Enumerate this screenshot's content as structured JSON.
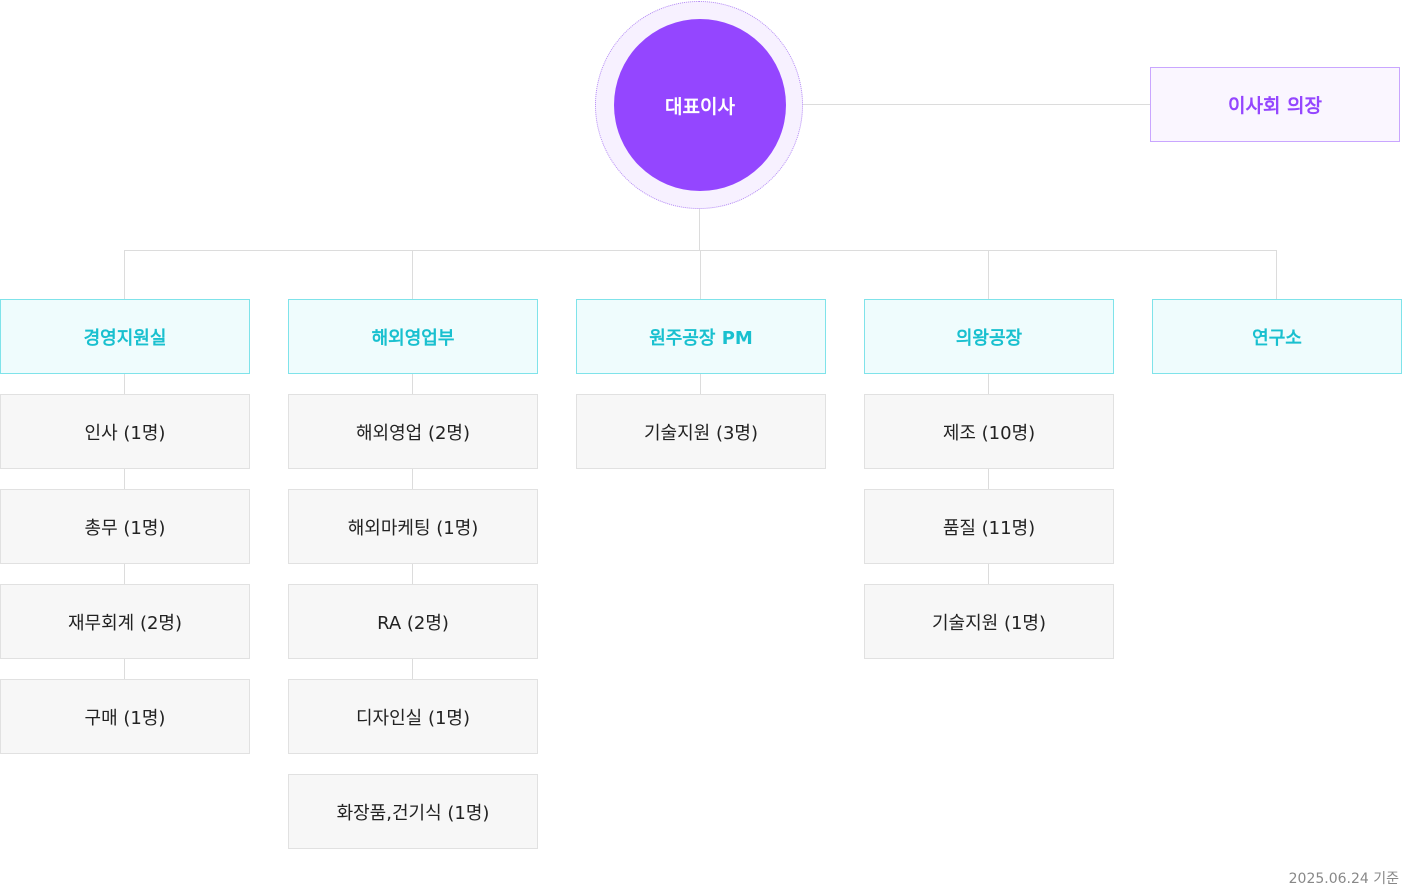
{
  "ceo": {
    "label": "대표이사"
  },
  "board": {
    "label": "이사회 의장"
  },
  "departments": [
    {
      "label": "경영지원실",
      "teams": [
        "인사 (1명)",
        "총무 (1명)",
        "재무회계 (2명)",
        "구매 (1명)"
      ]
    },
    {
      "label": "해외영업부",
      "teams": [
        "해외영업 (2명)",
        "해외마케팅 (1명)",
        "RA (2명)",
        "디자인실 (1명)",
        "화장품,건기식 (1명)"
      ]
    },
    {
      "label": "원주공장 PM",
      "teams": [
        "기술지원 (3명)"
      ]
    },
    {
      "label": "의왕공장",
      "teams": [
        "제조 (10명)",
        "품질 (11명)",
        "기술지원 (1명)"
      ]
    },
    {
      "label": "연구소",
      "teams": []
    }
  ],
  "footnote": "2025.06.24 기준",
  "colors": {
    "ceo": "#9446ff",
    "department_text": "#19c0cf",
    "team_text": "#222222"
  }
}
